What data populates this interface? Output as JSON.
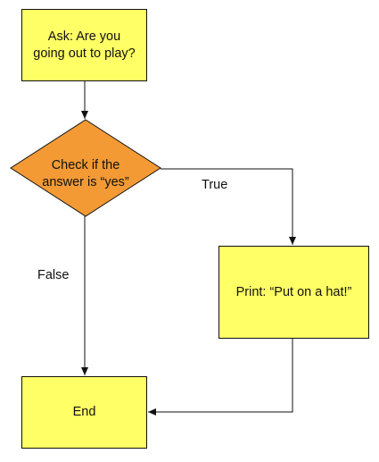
{
  "nodes": {
    "ask": "Ask: Are you\ngoing out to play?",
    "decision": "Check if the\nanswer is “yes”",
    "print": "Print: “Put on a hat!”",
    "end": "End"
  },
  "edges": {
    "true_label": "True",
    "false_label": "False"
  },
  "colors": {
    "process_fill": "#ffff66",
    "decision_fill": "#f39a35",
    "stroke": "#111111"
  }
}
